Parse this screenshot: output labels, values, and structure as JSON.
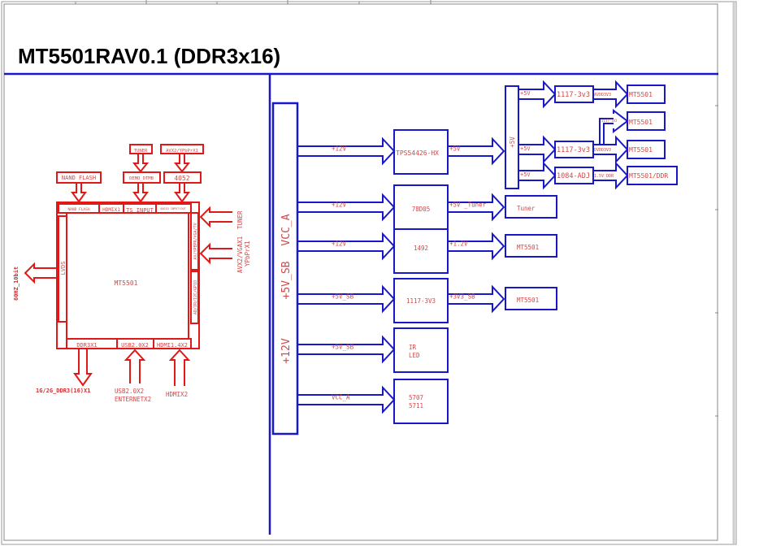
{
  "title": "MT5501RAV0.1 (DDR3x16)",
  "colors": {
    "red": "#e01818",
    "blue": "#1818c8",
    "label": "#d04848",
    "frame": "#888888"
  },
  "left": {
    "soc": {
      "label": "MT5501",
      "top_ports": [
        "NAND FLASH",
        "HDMIX1",
        "TS INPUT",
        "AUDIO INPUT/OUT"
      ],
      "left_port": "LVDS",
      "right_ports": [
        "AV/YPBPR/VGA/TV",
        "AD/IR/I2C/GPIO"
      ],
      "bottom_ports": [
        "DDR3X1",
        "USB2.0X2",
        "HDMI1.4X2"
      ]
    },
    "upstream": {
      "nand": "NAND FLASH",
      "tuner": "TUNER",
      "demod": "DEMO_DTMB",
      "av_in": "AVX2/YPbPrX1",
      "switch": "4052"
    },
    "right_inputs": {
      "tuner": "TUNER",
      "av": "AVX2/VGAX1",
      "ypbpr": "YPbPrX1"
    },
    "lvds_out": "60HZ_10bit",
    "ddr_out": "1G/2G_DDR3(16)X1",
    "usb_in": [
      "USB2.0X2",
      "ENTERNETX2"
    ],
    "hdmi_in": "HDMIX2"
  },
  "right": {
    "bus_labels": [
      "VCC_A",
      "+5V_SB",
      "+12V"
    ],
    "rails": [
      {
        "in": "+12V",
        "reg": "TPS54426-HX",
        "out": "+5V",
        "dest": ""
      },
      {
        "in": "+12V",
        "reg": "78D05",
        "out": "+5V _Tuner",
        "dest": "Tuner"
      },
      {
        "in": "+12V",
        "reg": "1492",
        "out": "+1.2V",
        "dest": "MT5501"
      },
      {
        "in": "+5V_SB",
        "reg": "1117-3V3",
        "out": "+3V3_SB",
        "dest": "MT5501"
      },
      {
        "in": "+5V_SB",
        "reg": "IR\nLED",
        "reg_lines": [
          "IR",
          "LED"
        ],
        "out": "",
        "dest": ""
      },
      {
        "in": "VCC_A",
        "reg_lines": [
          "5707",
          "5711"
        ],
        "out": "",
        "dest": ""
      }
    ],
    "sub_bus_label": "+5V",
    "sub_rails": [
      {
        "in": "+5V",
        "reg": "1117-3v3",
        "out": "AVDD3V3",
        "dest": "MT5501"
      },
      {
        "in": "+5V",
        "reg": "1117-3v3",
        "out": "DVDD3V3",
        "tap": "1117-1V2",
        "dest": "MT5501",
        "tap_dest": "MT5501"
      },
      {
        "in": "+5V",
        "reg": "1084-ADJ",
        "out": "1.5V_DDR",
        "dest": "MT5501/DDR"
      }
    ]
  }
}
